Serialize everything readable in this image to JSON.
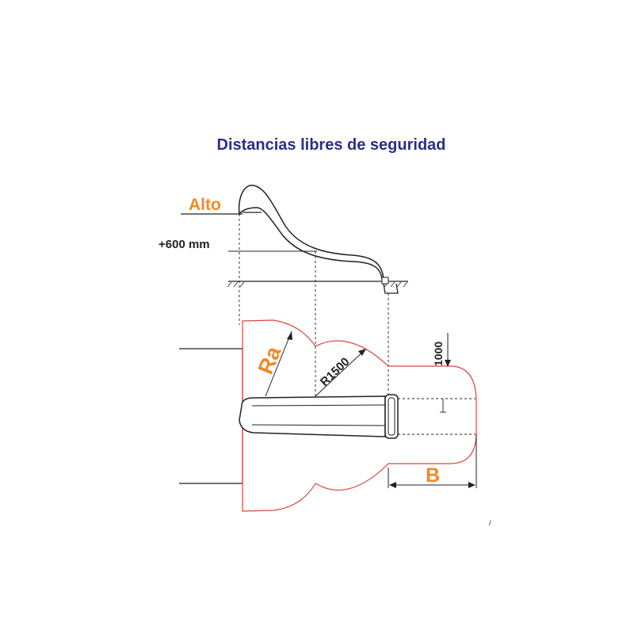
{
  "title": "Distancias libres de seguridad",
  "labels": {
    "alto": "Alto",
    "plus600": "+600 mm",
    "ra": "Ra",
    "r1500": "R1500",
    "d1000": "1000",
    "b": "B",
    "tick": "/"
  },
  "colors": {
    "title": "#2b2f86",
    "accent": "#f08a24",
    "zone": "#d9463f",
    "line": "#222222",
    "text": "#222222"
  }
}
